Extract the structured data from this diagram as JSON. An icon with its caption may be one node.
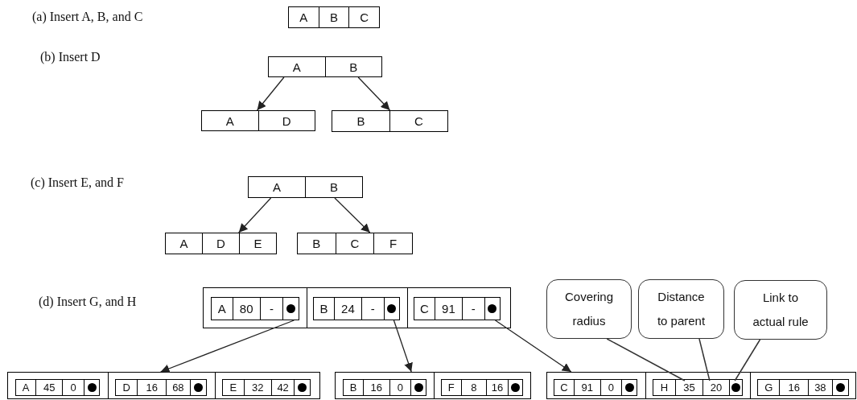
{
  "diagram": {
    "nodes": [
      {
        "text": [
          "A",
          "B",
          "C"
        ]
      },
      {
        "text": [
          "A",
          "B"
        ]
      },
      {
        "text": [
          "A",
          "D"
        ]
      },
      {
        "text": [
          "B",
          "C"
        ]
      },
      {
        "text": [
          "A",
          "B"
        ]
      },
      {
        "text": [
          "A",
          "D",
          "E"
        ]
      },
      {
        "text": [
          "B",
          "C",
          "F"
        ]
      },
      {
        "text": [],
        "shape": "box"
      },
      {
        "text": [
          "A",
          "80",
          "-"
        ],
        "in": 7
      },
      {
        "text": [
          "B",
          "24",
          "-"
        ],
        "in": 7
      },
      {
        "text": [
          "C",
          "91",
          "-"
        ],
        "in": 7
      },
      {
        "text": [
          "Covering radius"
        ]
      },
      {
        "text": [
          "Distance to parent"
        ]
      },
      {
        "text": [
          "Link to actual rule"
        ]
      },
      {
        "text": [],
        "shape": "box"
      },
      {
        "text": [
          "A",
          "45",
          "0"
        ],
        "in": 14
      },
      {
        "text": [
          "D",
          "16",
          "68"
        ],
        "in": 14
      },
      {
        "text": [
          "E",
          "32",
          "42"
        ],
        "in": 14
      },
      {
        "text": [],
        "shape": "box"
      },
      {
        "text": [
          "B",
          "16",
          "0"
        ],
        "in": 18
      },
      {
        "text": [
          "F",
          "8",
          "16"
        ],
        "in": 18
      },
      {
        "text": [],
        "shape": "box"
      },
      {
        "text": [
          "C",
          "91",
          "0"
        ],
        "in": 21
      },
      {
        "text": [],
        "shape": "box",
        "in": 21
      },
      {
        "text": [
          "H"
        ],
        "in": 23
      },
      {
        "text": [
          "35"
        ],
        "in": 23
      },
      {
        "text": [
          "20"
        ],
        "in": 23
      },
      {
        "text": [],
        "shape": "box",
        "in": 23
      },
      {
        "text": [
          "G",
          "16",
          "38"
        ],
        "in": 21
      }
    ],
    "edges": [
      {
        "from": 1,
        "to": 2,
        "arrow": "to"
      },
      {
        "from": 1,
        "to": 3,
        "arrow": "to"
      },
      {
        "from": 4,
        "to": 5,
        "arrow": "to"
      },
      {
        "from": 4,
        "to": 6,
        "arrow": "to"
      },
      {
        "from": 8,
        "to": 14,
        "arrow": "to"
      },
      {
        "from": 9,
        "to": 18,
        "arrow": "to"
      },
      {
        "from": 10,
        "to": 21,
        "arrow": "to"
      },
      {
        "from": 11,
        "to": 25,
        "arrow": "none"
      },
      {
        "from": 12,
        "to": 26,
        "arrow": "none"
      },
      {
        "from": 13,
        "to": 27,
        "arrow": "none"
      }
    ],
    "labels": [
      "(a) Insert A, B, and C",
      "(b) Insert D",
      "(c) Insert E, and F",
      "(d) Insert G, and H"
    ]
  }
}
